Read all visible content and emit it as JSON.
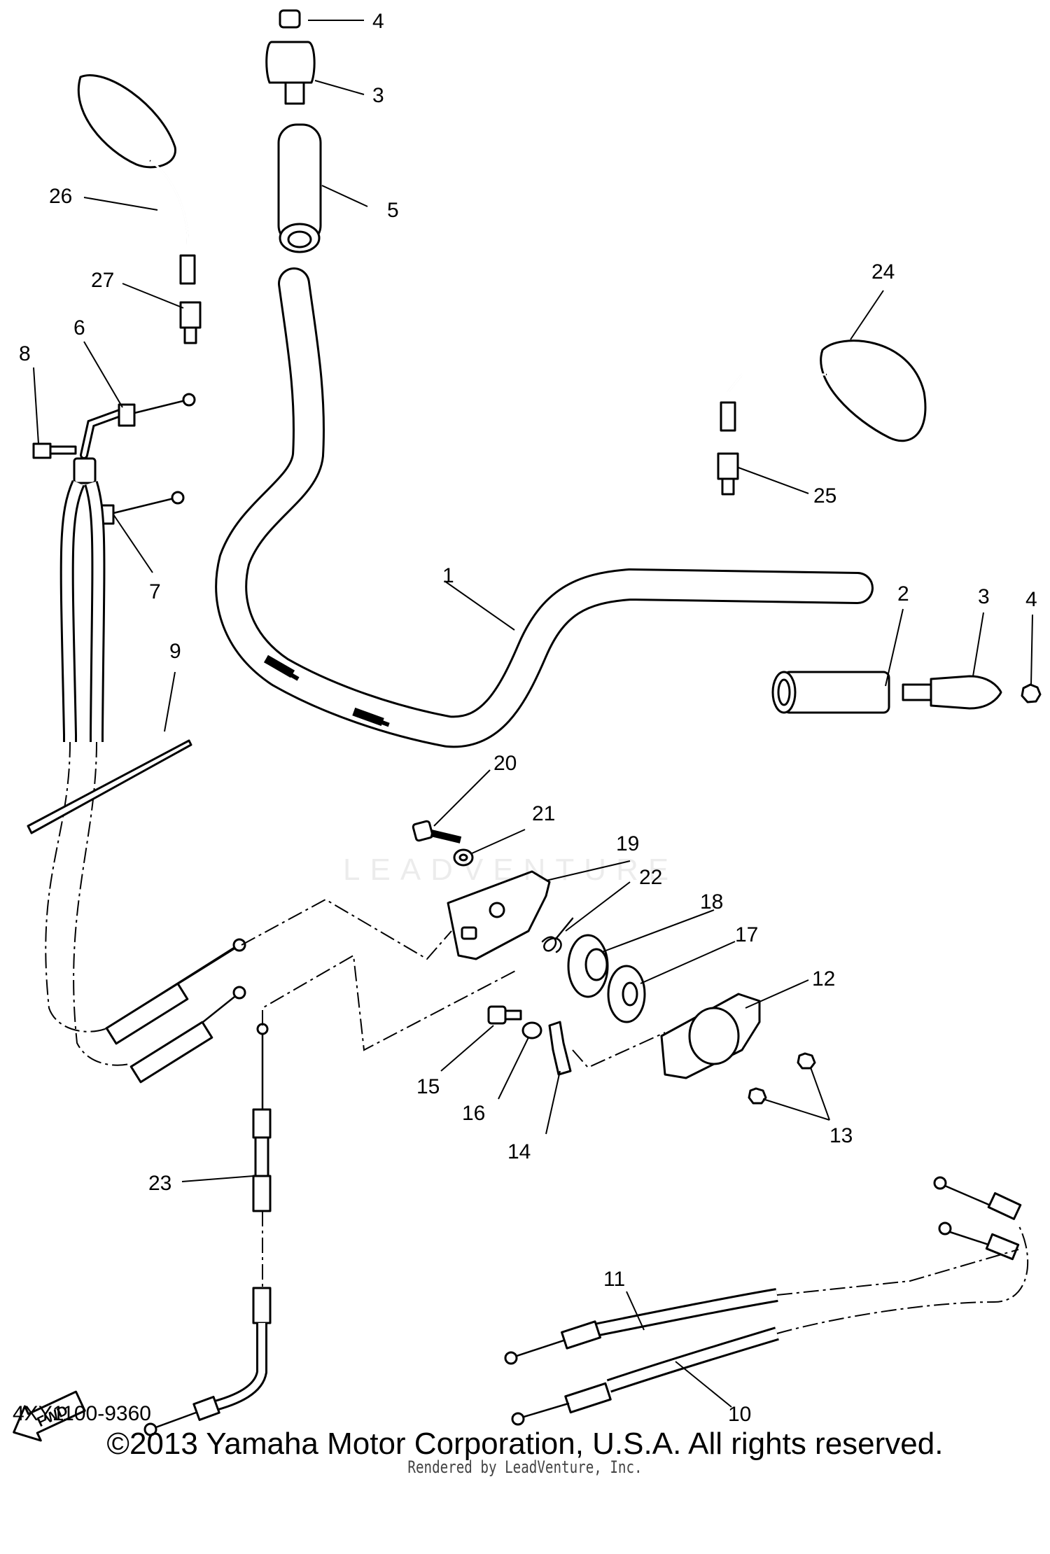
{
  "diagram": {
    "code": "4XY1100-9360",
    "copyright": "©2013 Yamaha Motor Corporation, U.S.A. All rights reserved.",
    "rendered_by": "Rendered by LeadVenture, Inc.",
    "watermark": "LEADVENTURE",
    "fwd_label": "FWD",
    "callouts": [
      {
        "number": "1"
      },
      {
        "number": "2"
      },
      {
        "number": "3"
      },
      {
        "number": "3"
      },
      {
        "number": "4"
      },
      {
        "number": "4"
      },
      {
        "number": "5"
      },
      {
        "number": "6"
      },
      {
        "number": "7"
      },
      {
        "number": "8"
      },
      {
        "number": "9"
      },
      {
        "number": "10"
      },
      {
        "number": "11"
      },
      {
        "number": "12"
      },
      {
        "number": "13"
      },
      {
        "number": "14"
      },
      {
        "number": "15"
      },
      {
        "number": "16"
      },
      {
        "number": "17"
      },
      {
        "number": "18"
      },
      {
        "number": "19"
      },
      {
        "number": "20"
      },
      {
        "number": "21"
      },
      {
        "number": "22"
      },
      {
        "number": "23"
      },
      {
        "number": "24"
      },
      {
        "number": "25"
      },
      {
        "number": "26"
      },
      {
        "number": "27"
      }
    ]
  }
}
